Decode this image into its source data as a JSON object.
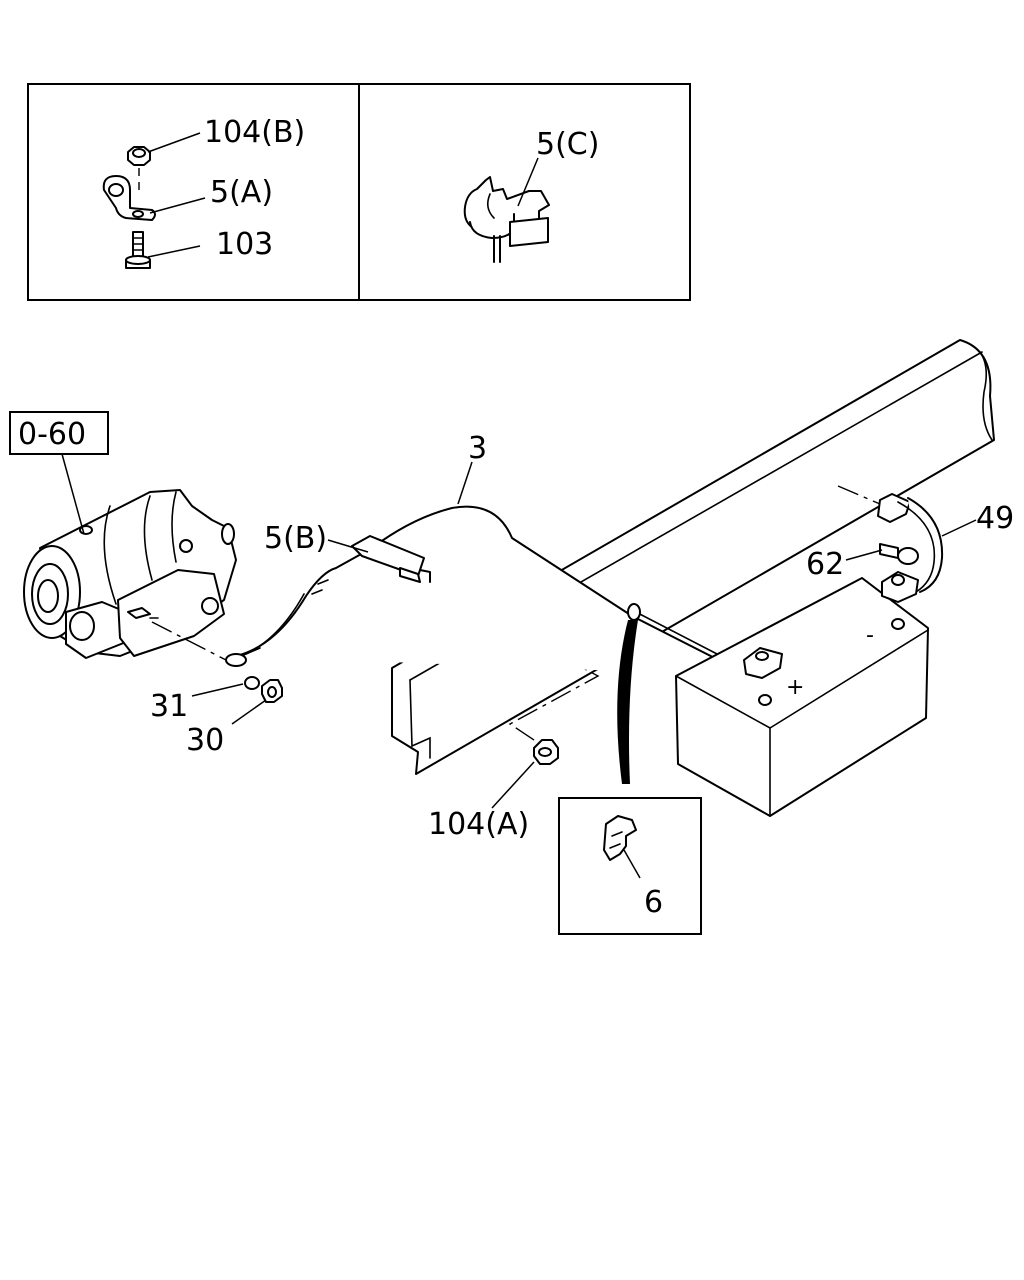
{
  "inset_a": {
    "callouts": [
      {
        "id": "nut-104b",
        "text": "104(B)"
      },
      {
        "id": "bracket-5a",
        "text": "5(A)"
      },
      {
        "id": "bolt-103",
        "text": "103"
      }
    ]
  },
  "inset_c": {
    "callouts": [
      {
        "id": "clip-5c",
        "text": "5(C)"
      }
    ]
  },
  "main": {
    "reference_box": "0-60",
    "callouts": [
      {
        "id": "cable-3",
        "text": "3"
      },
      {
        "id": "bracket-5b",
        "text": "5(B)"
      },
      {
        "id": "washer-31",
        "text": "31"
      },
      {
        "id": "nut-30",
        "text": "30"
      },
      {
        "id": "nut-104a",
        "text": "104(A)"
      },
      {
        "id": "ground-cable-49",
        "text": "49"
      },
      {
        "id": "bolt-62",
        "text": "62"
      }
    ],
    "battery_terminals": {
      "positive": "+",
      "negative": "-"
    }
  },
  "detail_grommet": {
    "callouts": [
      {
        "id": "grommet-6",
        "text": "6"
      }
    ]
  }
}
